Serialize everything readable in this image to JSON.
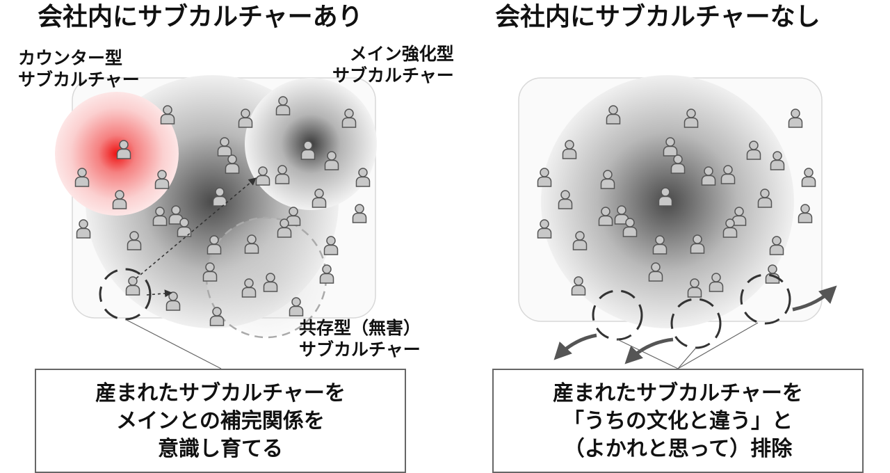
{
  "left": {
    "title": "会社内にサブカルチャーあり",
    "label_counter": "カウンター型\nサブカルチャー",
    "label_main_reinforce": "メイン強化型\nサブカルチャー",
    "label_coexist": "共存型（無害）\nサブカルチャー",
    "caption": "産まれたサブカルチャーを\nメインとの補完関係を\n意識し育てる"
  },
  "right": {
    "title": "会社内にサブカルチャーなし",
    "caption": "産まれたサブカルチャーを\n「うちの文化と違う」と\n（よかれと思って）排除"
  },
  "icons": {
    "person": "person-icon"
  },
  "colors": {
    "counter": "#ee2222",
    "frame": "#d8d8d8",
    "arrow": "#555555",
    "dash": "#333333"
  }
}
